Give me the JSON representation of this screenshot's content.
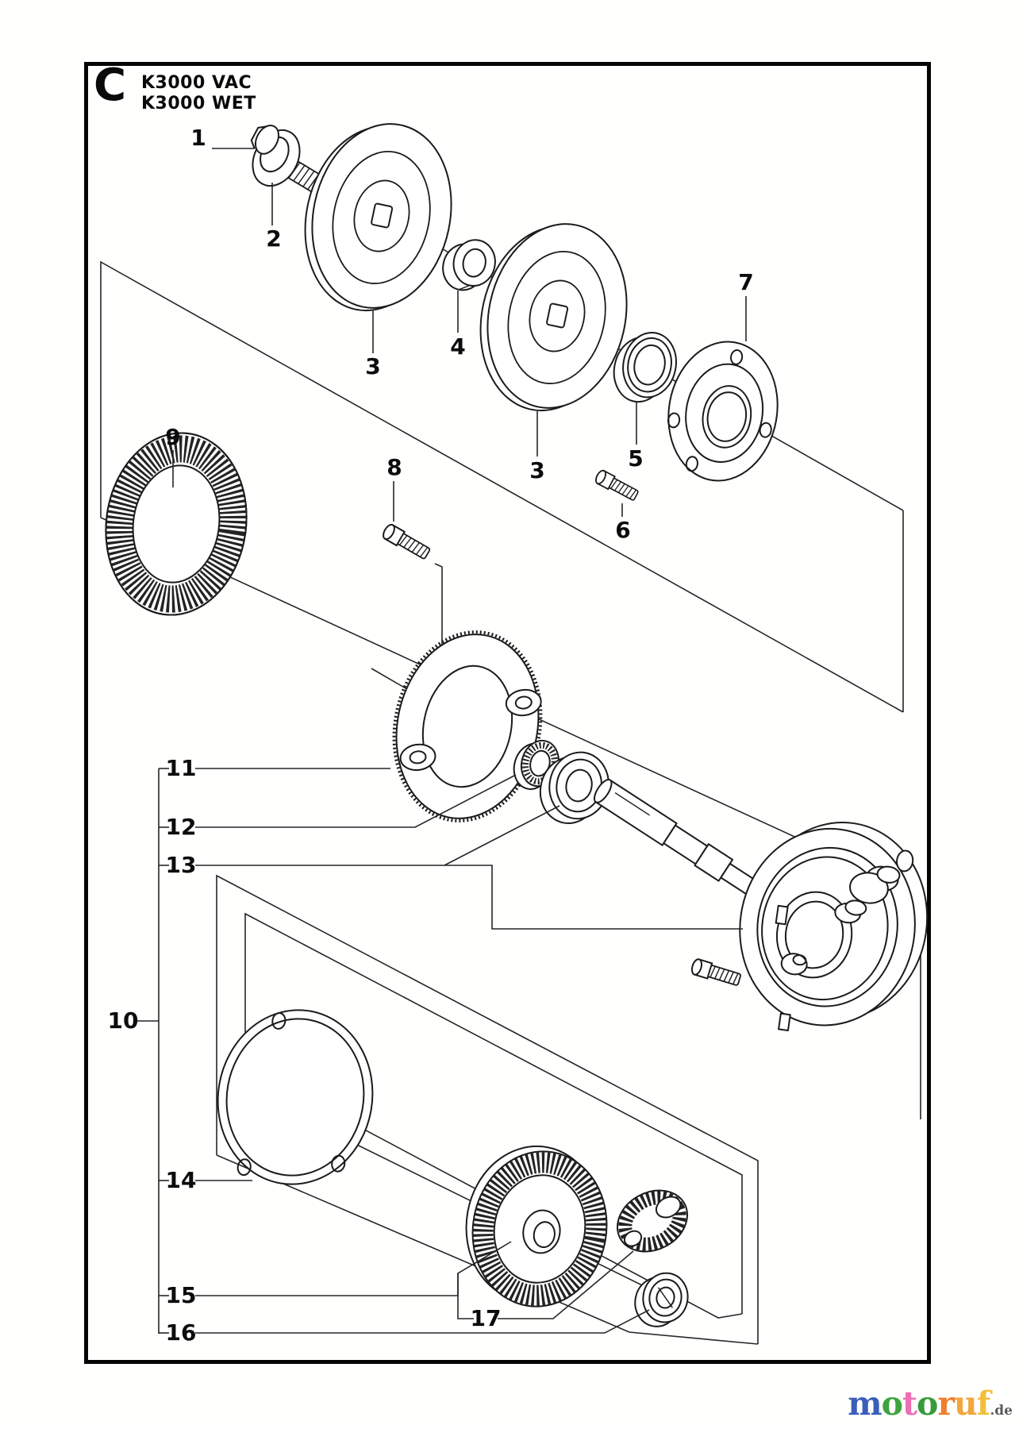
{
  "diagram": {
    "section_letter": "C",
    "models": [
      "K3000 VAC",
      "K3000 WET"
    ],
    "callouts": [
      {
        "label": "1",
        "part": "blade-bolt"
      },
      {
        "label": "2",
        "part": "bolt-washer"
      },
      {
        "label": "3",
        "part": "cutting-blade-front"
      },
      {
        "label": "4",
        "part": "blade-bushing"
      },
      {
        "label": "3",
        "part": "cutting-blade-rear"
      },
      {
        "label": "5",
        "part": "seal-ring"
      },
      {
        "label": "6",
        "part": "flange-screw"
      },
      {
        "label": "7",
        "part": "support-flange"
      },
      {
        "label": "8",
        "part": "cover-screw"
      },
      {
        "label": "9",
        "part": "brush-ring"
      },
      {
        "label": "10",
        "part": "cutting-head-assembly"
      },
      {
        "label": "11",
        "part": "cover-ring"
      },
      {
        "label": "12",
        "part": "lock-nut"
      },
      {
        "label": "13",
        "part": "ball-bearing"
      },
      {
        "label": "14",
        "part": "housing-gasket"
      },
      {
        "label": "15",
        "part": "bevel-gear"
      },
      {
        "label": "16",
        "part": "pinion-bearing"
      },
      {
        "label": "17",
        "part": "pinion-gear"
      }
    ]
  },
  "watermark": {
    "letters": [
      {
        "ch": "m",
        "color": "#3b5eb8"
      },
      {
        "ch": "o",
        "color": "#3fa33f"
      },
      {
        "ch": "t",
        "color": "#ed6fb5"
      },
      {
        "ch": "o",
        "color": "#379b3b"
      },
      {
        "ch": "r",
        "color": "#ee7f2d"
      },
      {
        "ch": "u",
        "color": "#f2a63b"
      },
      {
        "ch": "f",
        "color": "#f4be3b"
      }
    ],
    "suffix": ".de"
  }
}
